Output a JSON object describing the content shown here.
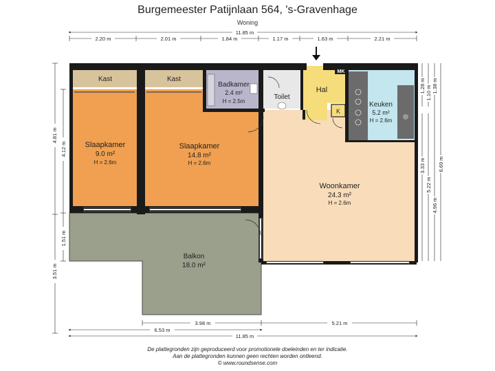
{
  "header": {
    "title": "Burgemeester Patijnlaan 564, 's-Gravenhage",
    "subtitle": "Woning"
  },
  "rooms": {
    "kast_1": "Kast",
    "kast_2": "Kast",
    "slaapkamer_1": {
      "name": "Slaapkamer",
      "area": "9.0 m²",
      "height": "H = 2.6m"
    },
    "slaapkamer_2": {
      "name": "Slaapkamer",
      "area": "14.8 m²",
      "height": "H = 2.6m"
    },
    "badkamer": {
      "name": "Badkamer",
      "area": "2.4 m²",
      "height": "H = 2.5m"
    },
    "toilet": "Toilet",
    "hal": "Hal",
    "mk": "MK",
    "k": "K",
    "keuken": {
      "name": "Keuken",
      "area": "5.2 m²",
      "height": "H = 2.6m"
    },
    "woonkamer": {
      "name": "Woonkamer",
      "area": "24.3 m²",
      "height": "H = 2.6m"
    },
    "balkon": {
      "name": "Balkon",
      "area": "18.0 m²"
    }
  },
  "dimensions": {
    "top_total": "11.85 m",
    "top_segments": [
      "2.20 m",
      "2.01 m",
      "1.84 m",
      "1.17 m",
      "1.63 m",
      "2.21 m"
    ],
    "bottom_row1": [
      "3.98 m",
      "5.21 m"
    ],
    "bottom_row2": "6.53 m",
    "bottom_total": "11.85 m",
    "left_outer": [
      "4.81 m",
      "3.51 m"
    ],
    "left_inner": [
      "4.12 m",
      "1.51 m"
    ],
    "right": [
      "1.28 m",
      "1.10 m",
      "1.38 m",
      "3.33 m",
      "5.22 m",
      "4.96 m",
      "6.69 m"
    ]
  },
  "footer": {
    "line1": "De plattegronden zijn geproduceerd voor promotionele doeleinden en ter indicatie.",
    "line2": "Aan de plattegronden kunnen geen rechten worden ontleend.",
    "line3": "© www.roundsense.com"
  },
  "colors": {
    "wall": "#1a1a1a",
    "bedroom": "#f0a050",
    "closet": "#d8c49c",
    "bathroom": "#b9b6cc",
    "toilet": "#e8e8e8",
    "hal": "#f6dd7c",
    "kitchen": "#c4e6ee",
    "living": "#f9dcb9",
    "balcony": "#9aa08b"
  }
}
